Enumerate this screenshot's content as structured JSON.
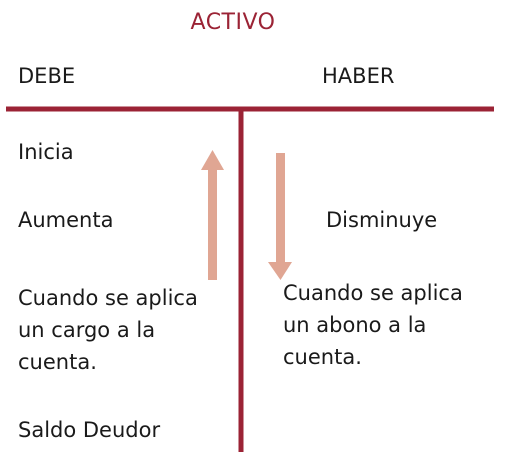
{
  "title": "ACTIVO",
  "columns": {
    "debe": "DEBE",
    "haber": "HABER"
  },
  "debe_side": {
    "inicia": "Inicia",
    "movimiento": "Aumenta",
    "cuando": [
      "Cuando se aplica",
      "un cargo a la",
      "cuenta."
    ],
    "saldo": "Saldo Deudor"
  },
  "haber_side": {
    "movimiento": "Disminuye",
    "cuando": [
      "Cuando se aplica",
      "un abono a la",
      "cuenta."
    ]
  },
  "colors": {
    "accent": "#9b2335",
    "arrow": "#e0a693",
    "text": "#1a1a1a"
  }
}
